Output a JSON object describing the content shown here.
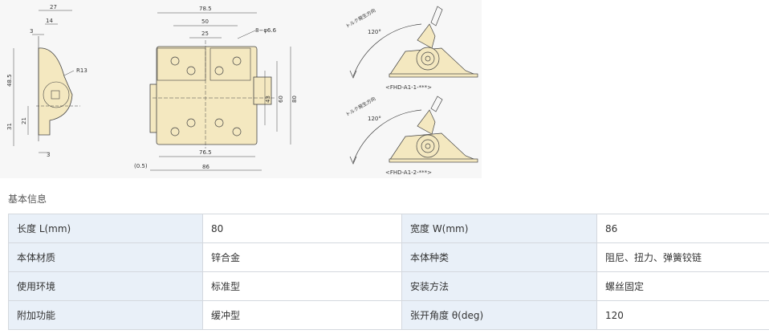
{
  "drawing": {
    "front_dims": [
      "27",
      "14",
      "3",
      "R13",
      "48.5",
      "21",
      "31",
      "3"
    ],
    "main_dims": [
      "78.5",
      "50",
      "25",
      "8−φ6.6",
      "43",
      "60",
      "80",
      "76.5",
      "(0.5)",
      "86"
    ],
    "views": [
      {
        "label": "<FHD-A1-1-***>",
        "angle": "120°",
        "direction_text": "トルク発生方向"
      },
      {
        "label": "<FHD-A1-2-***>",
        "angle": "120°",
        "direction_text": "トルク発生方向"
      }
    ]
  },
  "section_title": "基本信息",
  "spec_table": {
    "rows": [
      {
        "label1": "长度 L(mm)",
        "value1": "80",
        "label2": "宽度 W(mm)",
        "value2": "86"
      },
      {
        "label1": "本体材质",
        "value1": "锌合金",
        "label2": "本体种类",
        "value2": "阻尼、扭力、弹簧铰链"
      },
      {
        "label1": "使用环境",
        "value1": "标准型",
        "label2": "安装方法",
        "value2": "螺丝固定"
      },
      {
        "label1": "附加功能",
        "value1": "缓冲型",
        "label2": "张开角度 θ(deg)",
        "value2": "120"
      }
    ]
  },
  "colors": {
    "part_fill": "#f4e8c0",
    "line": "#444444",
    "label_bg": "#e9f0f8",
    "border": "#d4d8de"
  }
}
